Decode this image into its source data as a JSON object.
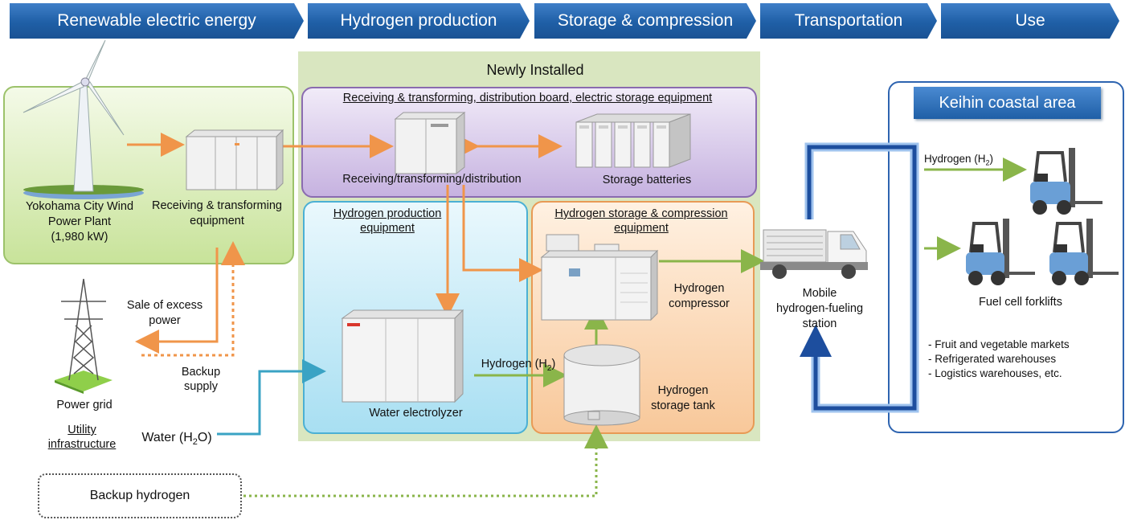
{
  "stages": [
    "Renewable electric energy",
    "Hydrogen production",
    "Storage & compression",
    "Transportation",
    "Use"
  ],
  "newly_installed": "Newly Installed",
  "receiving_box_title": "Receiving & transforming, distribution board, electric storage equipment",
  "receiving_distribution_label": "Receiving/transforming/distribution",
  "storage_batteries_label": "Storage batteries",
  "wind": {
    "line1": "Yokohama  City Wind",
    "line2": "Power Plant",
    "line3": "(1,980 kW)"
  },
  "receiving_equipment": {
    "line1": "Receiving & transforming",
    "line2": "equipment"
  },
  "sale_excess": {
    "line1": "Sale of excess",
    "line2": "power"
  },
  "backup_supply": {
    "line1": "Backup",
    "line2": "supply"
  },
  "power_grid": "Power grid",
  "utility": {
    "line1": "Utility",
    "line2": "infrastructure"
  },
  "water_label": "Water (H",
  "water_sub": "2",
  "water_end": "O)",
  "h2_production": {
    "line1": "Hydrogen production",
    "line2": "equipment"
  },
  "water_electrolyzer": "Water electrolyzer",
  "h2_storage_compression": {
    "line1": "Hydrogen storage & compression",
    "line2": "equipment"
  },
  "hydrogen_flow": {
    "text": "Hydrogen (H",
    "sub": "2",
    "end": ")"
  },
  "hydrogen_compressor": {
    "line1": "Hydrogen",
    "line2": "compressor"
  },
  "hydrogen_tank": {
    "line1": "Hydrogen",
    "line2": "storage tank"
  },
  "backup_hydrogen": "Backup hydrogen",
  "mobile_station": {
    "line1": "Mobile",
    "line2": "hydrogen-fueling",
    "line3": "station"
  },
  "keihin": "Keihin coastal area",
  "hydrogen_use": {
    "text": "Hydrogen (H",
    "sub": "2",
    "end": ")"
  },
  "forklifts": "Fuel cell forklifts",
  "uses": [
    "- Fruit and vegetable  markets",
    "- Refrigerated warehouses",
    "- Logistics warehouses, etc."
  ],
  "colors": {
    "stage_blue": "#1f5fa6",
    "arrow_orange": "#f0954a",
    "arrow_green": "#8ab54a",
    "water_blue": "#3aa3c4",
    "route_blue": "#1d4e9e"
  }
}
